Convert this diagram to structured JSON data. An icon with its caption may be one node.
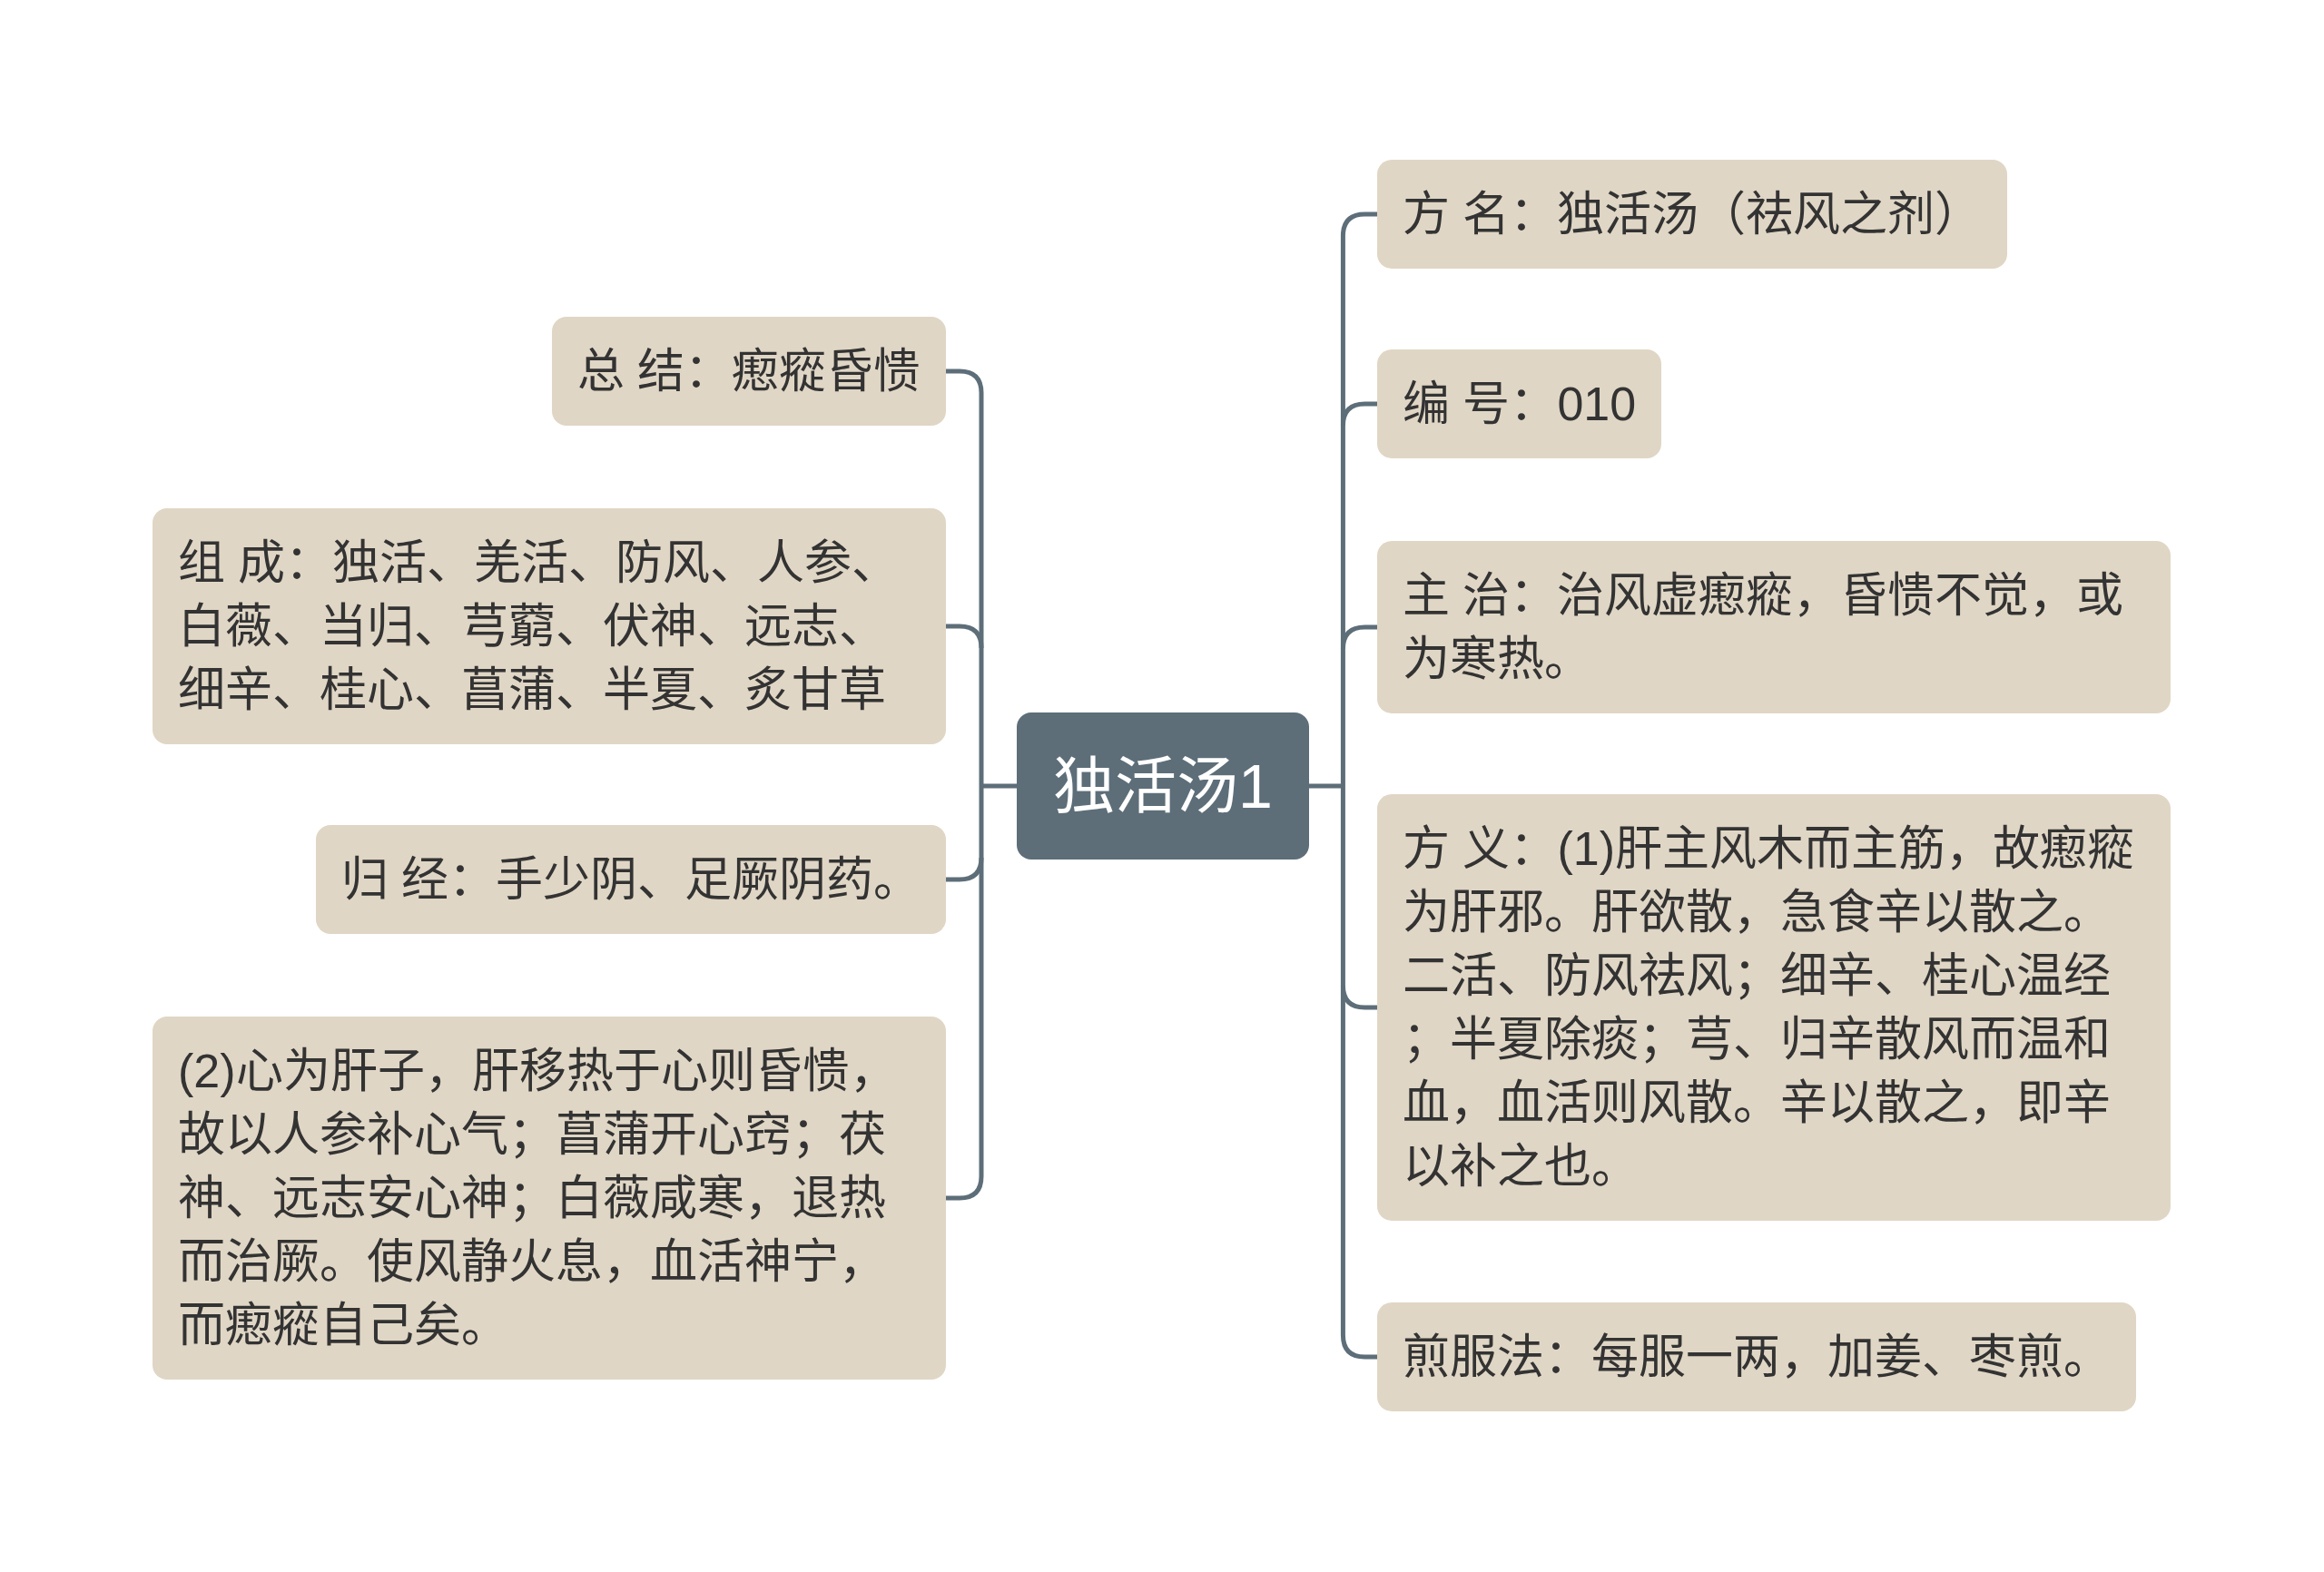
{
  "diagram": {
    "nodes": [
      {
        "text": [
          "独活汤1"
        ]
      },
      {
        "text": [
          "方 名：独活汤（祛风之剂）"
        ]
      },
      {
        "text": [
          "编 号：010"
        ]
      },
      {
        "text": [
          "主 治：治风虚瘛瘲，昏愦不觉，或为寒热。"
        ]
      },
      {
        "text": [
          "方 义：(1)肝主风木而主筋，故瘛瘲为肝邪。肝欲散，急食辛以散之。二活、防风祛风；细辛、桂心温经；半夏除痰；芎、归辛散风而温和血，血活则风散。辛以散之，即辛以补之也。"
        ]
      },
      {
        "text": [
          "煎服法：每服一两，加姜、枣煎。"
        ]
      },
      {
        "text": [
          "总 结：瘛瘲昏愦"
        ]
      },
      {
        "text": [
          "组 成：独活、羌活、防风、人参、白薇、当归、芎藭、伏神、远志、细辛、桂心、菖蒲、半夏、炙甘草"
        ]
      },
      {
        "text": [
          "归 经：手少阴、足厥阴药。"
        ]
      },
      {
        "text": [
          "(2)心为肝子，肝移热于心则昏愦，故以人参补心气；菖蒲开心窍；茯神、远志安心神；白薇咸寒，退热而治厥。使风静火息，血活神宁，而瘛瘲自己矣。"
        ]
      }
    ],
    "edges": [
      {
        "from": 0,
        "to": 1,
        "arrow": "none"
      },
      {
        "from": 0,
        "to": 2,
        "arrow": "none"
      },
      {
        "from": 0,
        "to": 3,
        "arrow": "none"
      },
      {
        "from": 0,
        "to": 4,
        "arrow": "none"
      },
      {
        "from": 0,
        "to": 5,
        "arrow": "none"
      },
      {
        "from": 0,
        "to": 6,
        "arrow": "none"
      },
      {
        "from": 0,
        "to": 7,
        "arrow": "none"
      },
      {
        "from": 0,
        "to": 8,
        "arrow": "none"
      },
      {
        "from": 0,
        "to": 9,
        "arrow": "none"
      }
    ]
  }
}
